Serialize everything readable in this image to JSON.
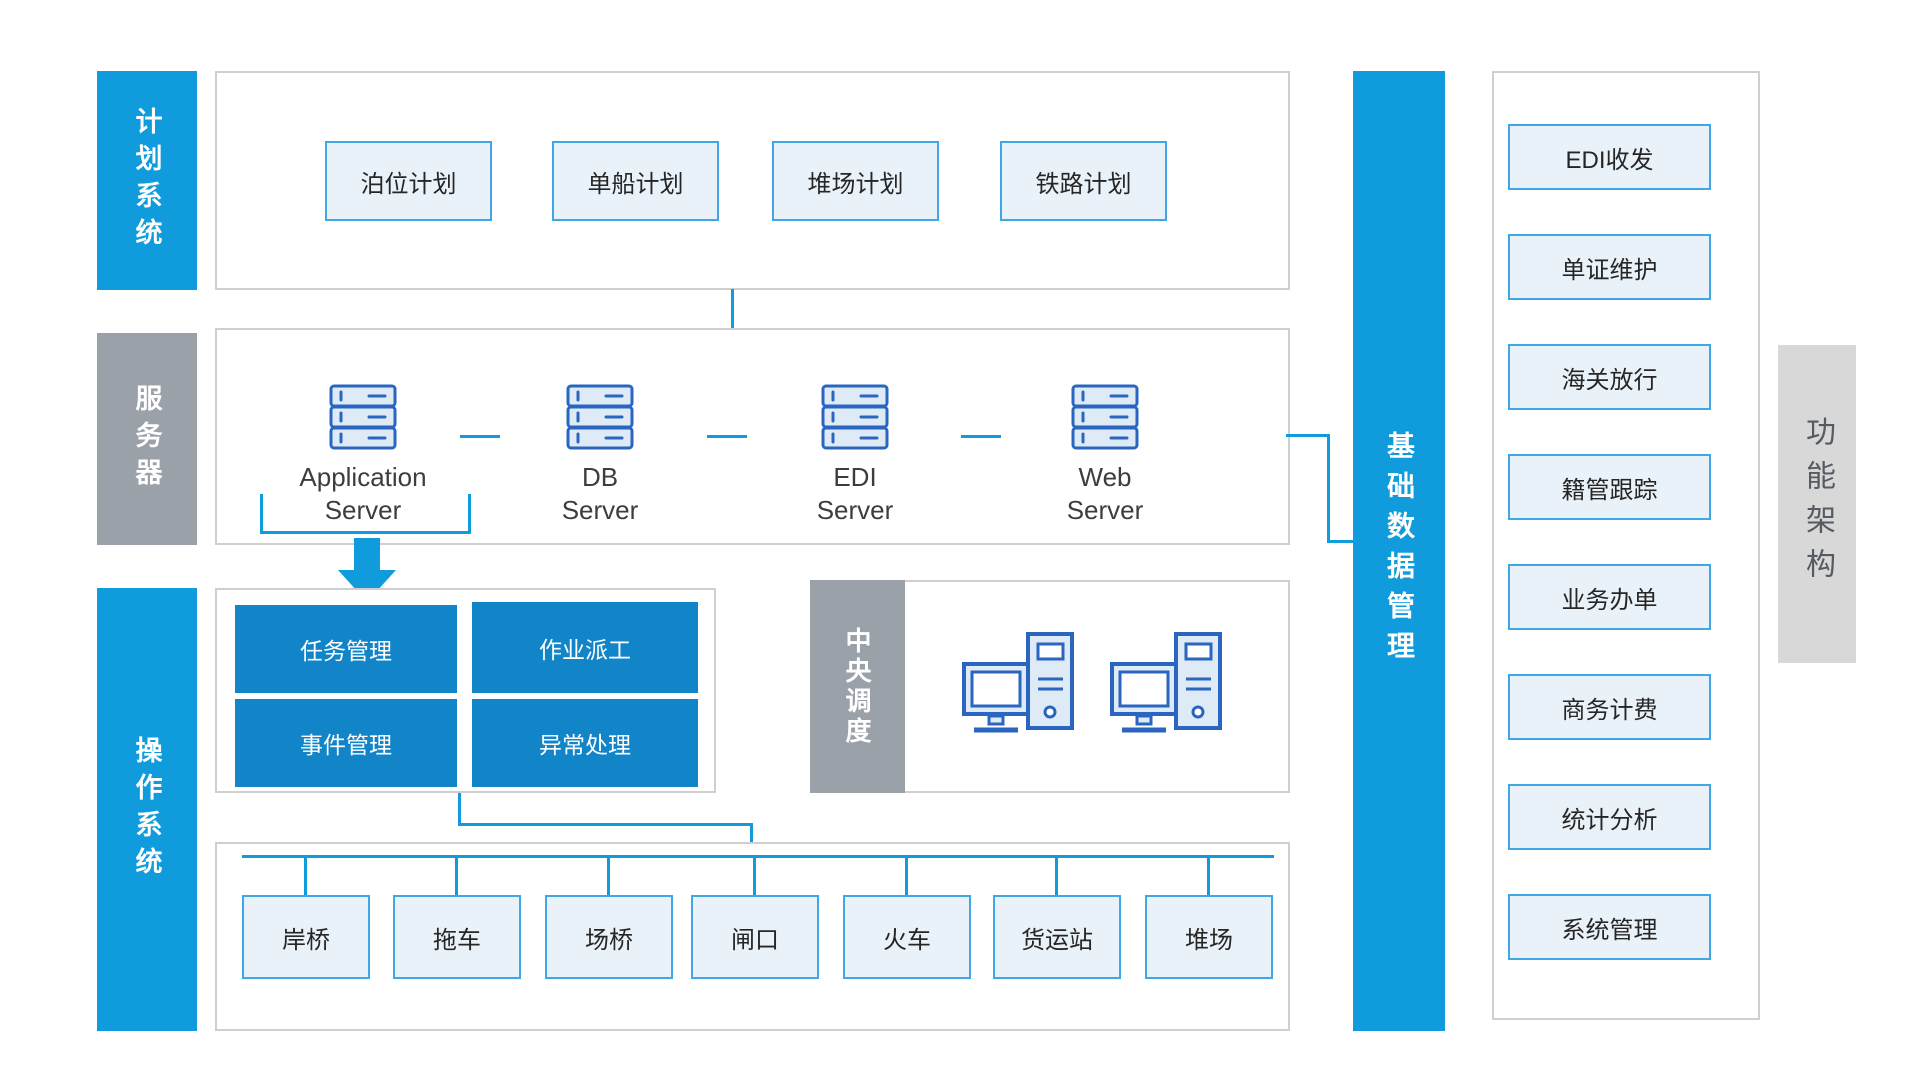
{
  "colors": {
    "accent_blue": "#0f9bdc",
    "deep_blue": "#1285c8",
    "box_border_blue": "#3ea7e4",
    "box_fill_light": "#eaf2f9",
    "bar_gray": "#9ba1a9",
    "panel_border_gray": "#cfcfcf",
    "side_label_bg": "#d8d8d8",
    "side_label_text": "#555b61",
    "icon_stroke_blue": "#2a66c0",
    "icon_fill_light": "#deebf7"
  },
  "left_bars": {
    "planning": "计划系统",
    "server": "服务器",
    "operation": "操作系统"
  },
  "planning_section": {
    "boxes": [
      "泊位计划",
      "单船计划",
      "堆场计划",
      "铁路计划"
    ]
  },
  "server_section": {
    "servers": [
      {
        "line1": "Application",
        "line2": "Server"
      },
      {
        "line1": "DB",
        "line2": "Server"
      },
      {
        "line1": "EDI",
        "line2": "Server"
      },
      {
        "line1": "Web",
        "line2": "Server"
      }
    ]
  },
  "operation_section": {
    "boxes": [
      "任务管理",
      "作业派工",
      "事件管理",
      "异常处理"
    ]
  },
  "central_dispatch": {
    "label": "中央调度"
  },
  "terminal_row": {
    "boxes": [
      "岸桥",
      "拖车",
      "场桥",
      "闸口",
      "火车",
      "货运站",
      "堆场"
    ]
  },
  "right_bar": {
    "label": "基础数据管理"
  },
  "function_section": {
    "boxes": [
      "EDI收发",
      "单证维护",
      "海关放行",
      "籍管跟踪",
      "业务办单",
      "商务计费",
      "统计分析",
      "系统管理"
    ]
  },
  "architecture_label": {
    "label": "功能架构"
  }
}
